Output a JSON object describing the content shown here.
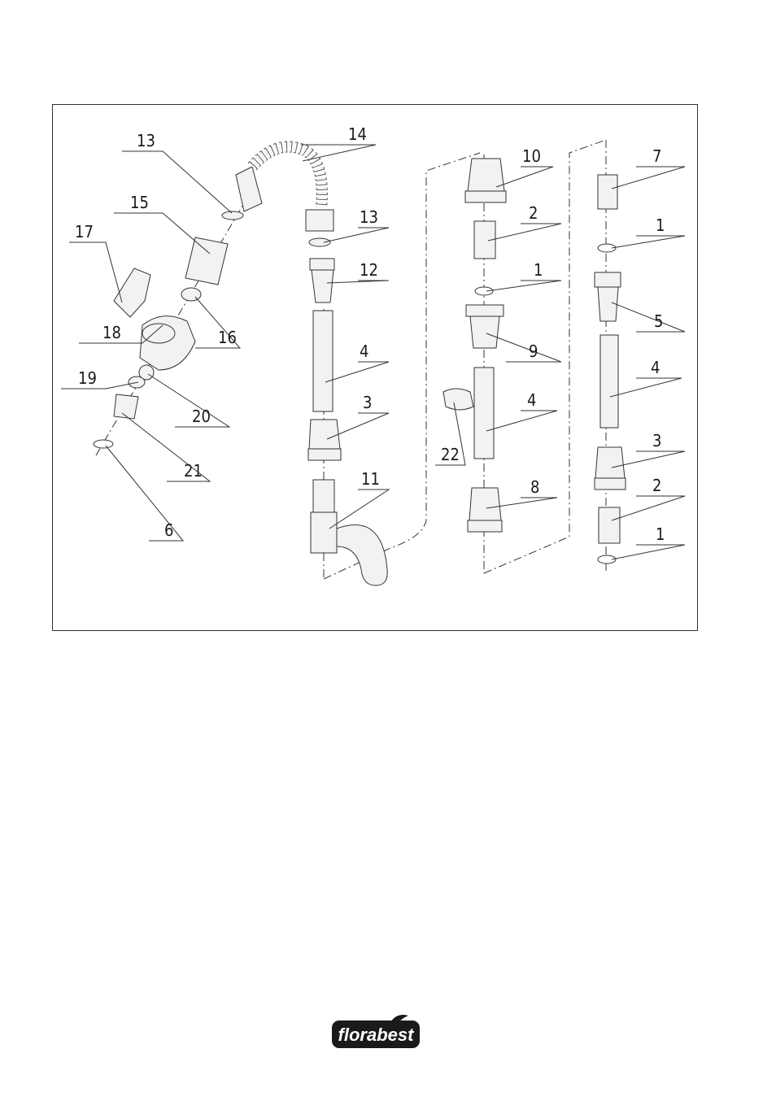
{
  "diagram": {
    "part_labels": [
      "13",
      "14",
      "15",
      "17",
      "18",
      "19",
      "16",
      "20",
      "21",
      "6",
      "13",
      "12",
      "4",
      "3",
      "11",
      "10",
      "2",
      "1",
      "9",
      "22",
      "4",
      "8",
      "7",
      "1",
      "5",
      "4",
      "3",
      "2",
      "1"
    ]
  },
  "brand": {
    "name": "florabest",
    "colors": {
      "logo_bg": "#1a1a1a",
      "logo_text": "#ffffff",
      "line": "#333333",
      "part_fill": "#f2f2f2"
    }
  }
}
